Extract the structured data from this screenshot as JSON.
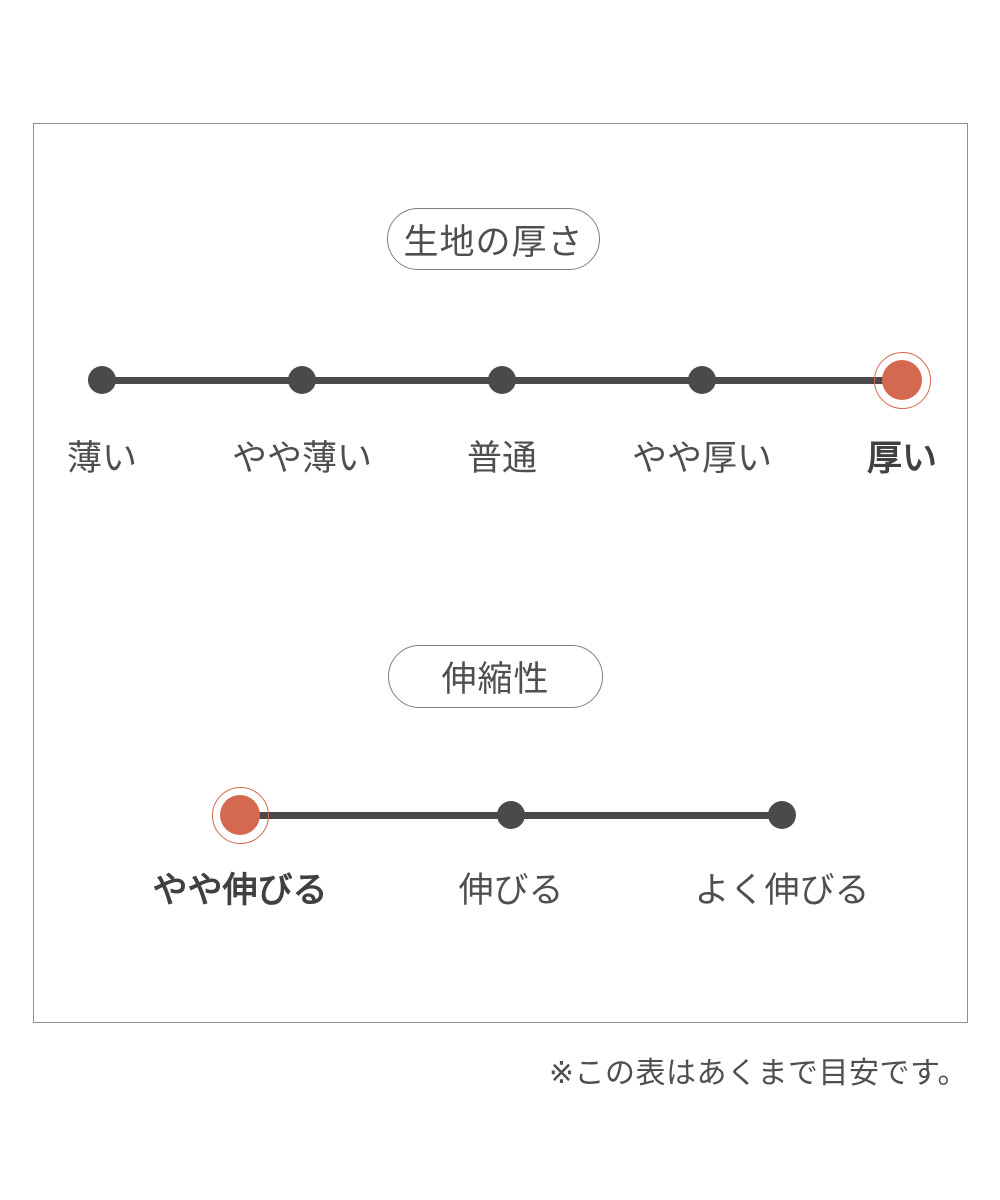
{
  "chart_data": [
    {
      "type": "rating-scale",
      "title": "生地の厚さ",
      "categories": [
        "薄い",
        "やや薄い",
        "普通",
        "やや厚い",
        "厚い"
      ],
      "selected": "厚い",
      "selected_index": 4,
      "num_levels": 5
    },
    {
      "type": "rating-scale",
      "title": "伸縮性",
      "categories": [
        "やや伸びる",
        "伸びる",
        "よく伸びる"
      ],
      "selected": "やや伸びる",
      "selected_index": 0,
      "num_levels": 3
    }
  ],
  "note": "※この表はあくまで目安です。",
  "colors": {
    "accent": "#d4694f",
    "line": "#4a4a4a",
    "text": "#4f4f4f",
    "border": "#8f8f8f",
    "pillborder": "#7f7f7f"
  }
}
